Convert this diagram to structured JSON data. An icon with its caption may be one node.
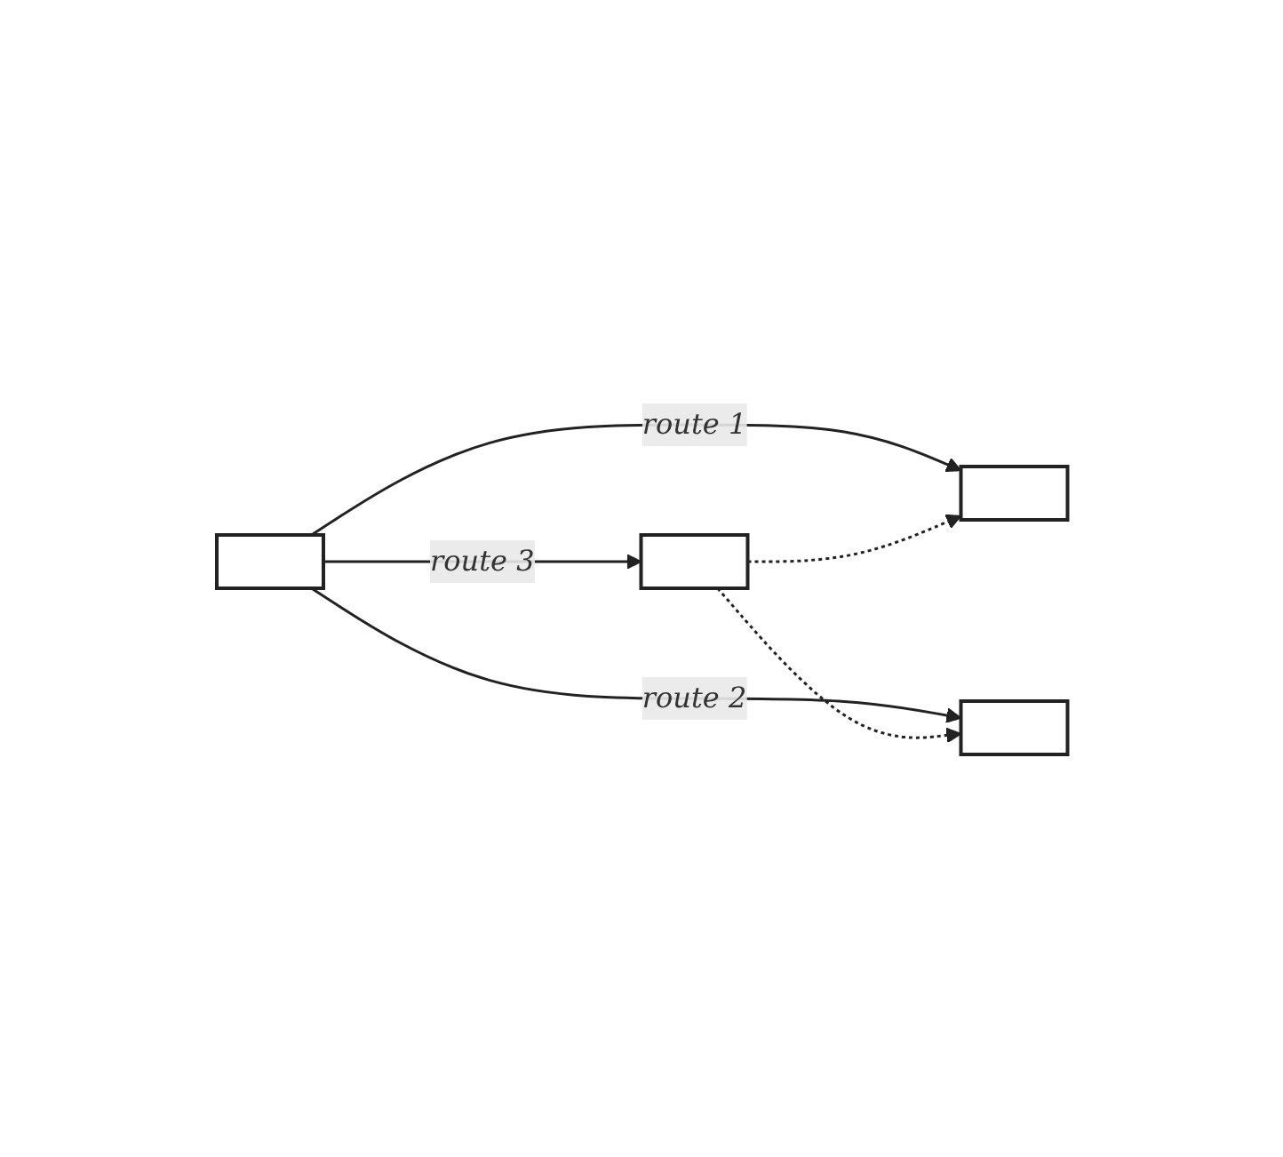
{
  "diagram": {
    "nodes": [
      {
        "text": [],
        "shape": "box"
      },
      {
        "text": [],
        "shape": "box"
      },
      {
        "text": [],
        "shape": "box"
      },
      {
        "text": [],
        "shape": "box"
      }
    ],
    "edges": [
      {
        "from": 2,
        "to": 3,
        "arrow": "to",
        "label": "route 1"
      },
      {
        "from": 2,
        "to": 1,
        "arrow": "to",
        "label": "route 2"
      },
      {
        "from": 2,
        "to": 0,
        "arrow": "to",
        "label": "route 3"
      },
      {
        "from": 0,
        "to": 1,
        "arrow": "to",
        "style": "dashed"
      },
      {
        "from": 0,
        "to": 3,
        "arrow": "to",
        "style": "dashed"
      }
    ]
  }
}
